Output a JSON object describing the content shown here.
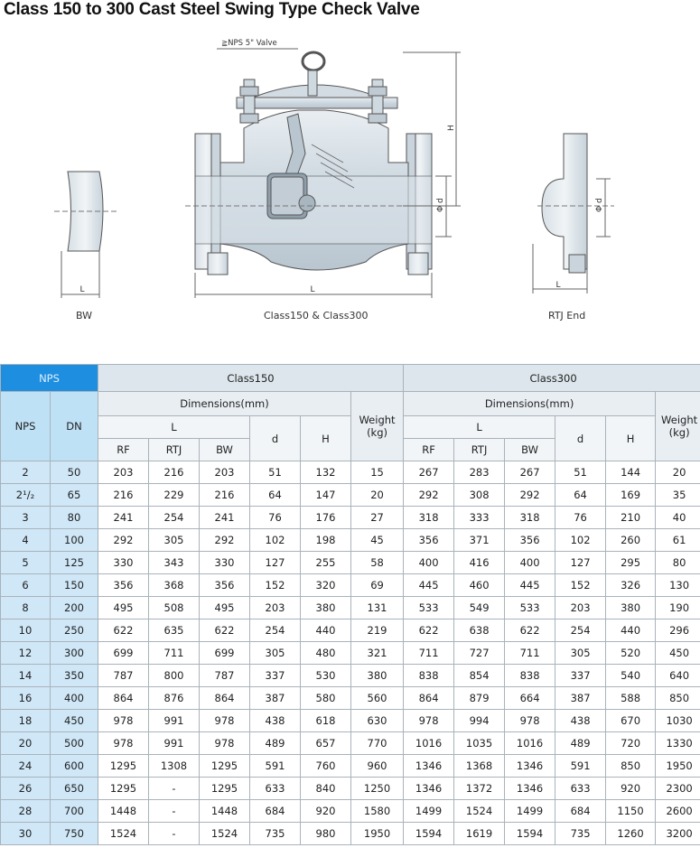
{
  "title": "Class 150 to 300 Cast Steel Swing Type Check Valve",
  "drawing": {
    "note": "≧NPS 5\" Valve",
    "labels": {
      "H": "H",
      "d": "Φ d",
      "L": "L"
    },
    "captions": {
      "left": "BW",
      "center": "Class150 & Class300",
      "right": "RTJ End"
    }
  },
  "table": {
    "nps_top": "NPS",
    "class150": "Class150",
    "class300": "Class300",
    "dimensions": "Dimensions(mm)",
    "L": "L",
    "d": "d",
    "H": "H",
    "weight": "Weight",
    "weight_unit": "(kg)",
    "nps": "NPS",
    "dn": "DN",
    "rf": "RF",
    "rtj": "RTJ",
    "bw": "BW",
    "rows": [
      [
        "2",
        "50",
        "203",
        "216",
        "203",
        "51",
        "132",
        "15",
        "267",
        "283",
        "267",
        "51",
        "144",
        "20"
      ],
      [
        "2¹/₂",
        "65",
        "216",
        "229",
        "216",
        "64",
        "147",
        "20",
        "292",
        "308",
        "292",
        "64",
        "169",
        "35"
      ],
      [
        "3",
        "80",
        "241",
        "254",
        "241",
        "76",
        "176",
        "27",
        "318",
        "333",
        "318",
        "76",
        "210",
        "40"
      ],
      [
        "4",
        "100",
        "292",
        "305",
        "292",
        "102",
        "198",
        "45",
        "356",
        "371",
        "356",
        "102",
        "260",
        "61"
      ],
      [
        "5",
        "125",
        "330",
        "343",
        "330",
        "127",
        "255",
        "58",
        "400",
        "416",
        "400",
        "127",
        "295",
        "80"
      ],
      [
        "6",
        "150",
        "356",
        "368",
        "356",
        "152",
        "320",
        "69",
        "445",
        "460",
        "445",
        "152",
        "326",
        "130"
      ],
      [
        "8",
        "200",
        "495",
        "508",
        "495",
        "203",
        "380",
        "131",
        "533",
        "549",
        "533",
        "203",
        "380",
        "190"
      ],
      [
        "10",
        "250",
        "622",
        "635",
        "622",
        "254",
        "440",
        "219",
        "622",
        "638",
        "622",
        "254",
        "440",
        "296"
      ],
      [
        "12",
        "300",
        "699",
        "711",
        "699",
        "305",
        "480",
        "321",
        "711",
        "727",
        "711",
        "305",
        "520",
        "450"
      ],
      [
        "14",
        "350",
        "787",
        "800",
        "787",
        "337",
        "530",
        "380",
        "838",
        "854",
        "838",
        "337",
        "540",
        "640"
      ],
      [
        "16",
        "400",
        "864",
        "876",
        "864",
        "387",
        "580",
        "560",
        "864",
        "879",
        "664",
        "387",
        "588",
        "850"
      ],
      [
        "18",
        "450",
        "978",
        "991",
        "978",
        "438",
        "618",
        "630",
        "978",
        "994",
        "978",
        "438",
        "670",
        "1030"
      ],
      [
        "20",
        "500",
        "978",
        "991",
        "978",
        "489",
        "657",
        "770",
        "1016",
        "1035",
        "1016",
        "489",
        "720",
        "1330"
      ],
      [
        "24",
        "600",
        "1295",
        "1308",
        "1295",
        "591",
        "760",
        "960",
        "1346",
        "1368",
        "1346",
        "591",
        "850",
        "1950"
      ],
      [
        "26",
        "650",
        "1295",
        "-",
        "1295",
        "633",
        "840",
        "1250",
        "1346",
        "1372",
        "1346",
        "633",
        "920",
        "2300"
      ],
      [
        "28",
        "700",
        "1448",
        "-",
        "1448",
        "684",
        "920",
        "1580",
        "1499",
        "1524",
        "1499",
        "684",
        "1150",
        "2600"
      ],
      [
        "30",
        "750",
        "1524",
        "-",
        "1524",
        "735",
        "980",
        "1950",
        "1594",
        "1619",
        "1594",
        "735",
        "1260",
        "3200"
      ]
    ]
  }
}
